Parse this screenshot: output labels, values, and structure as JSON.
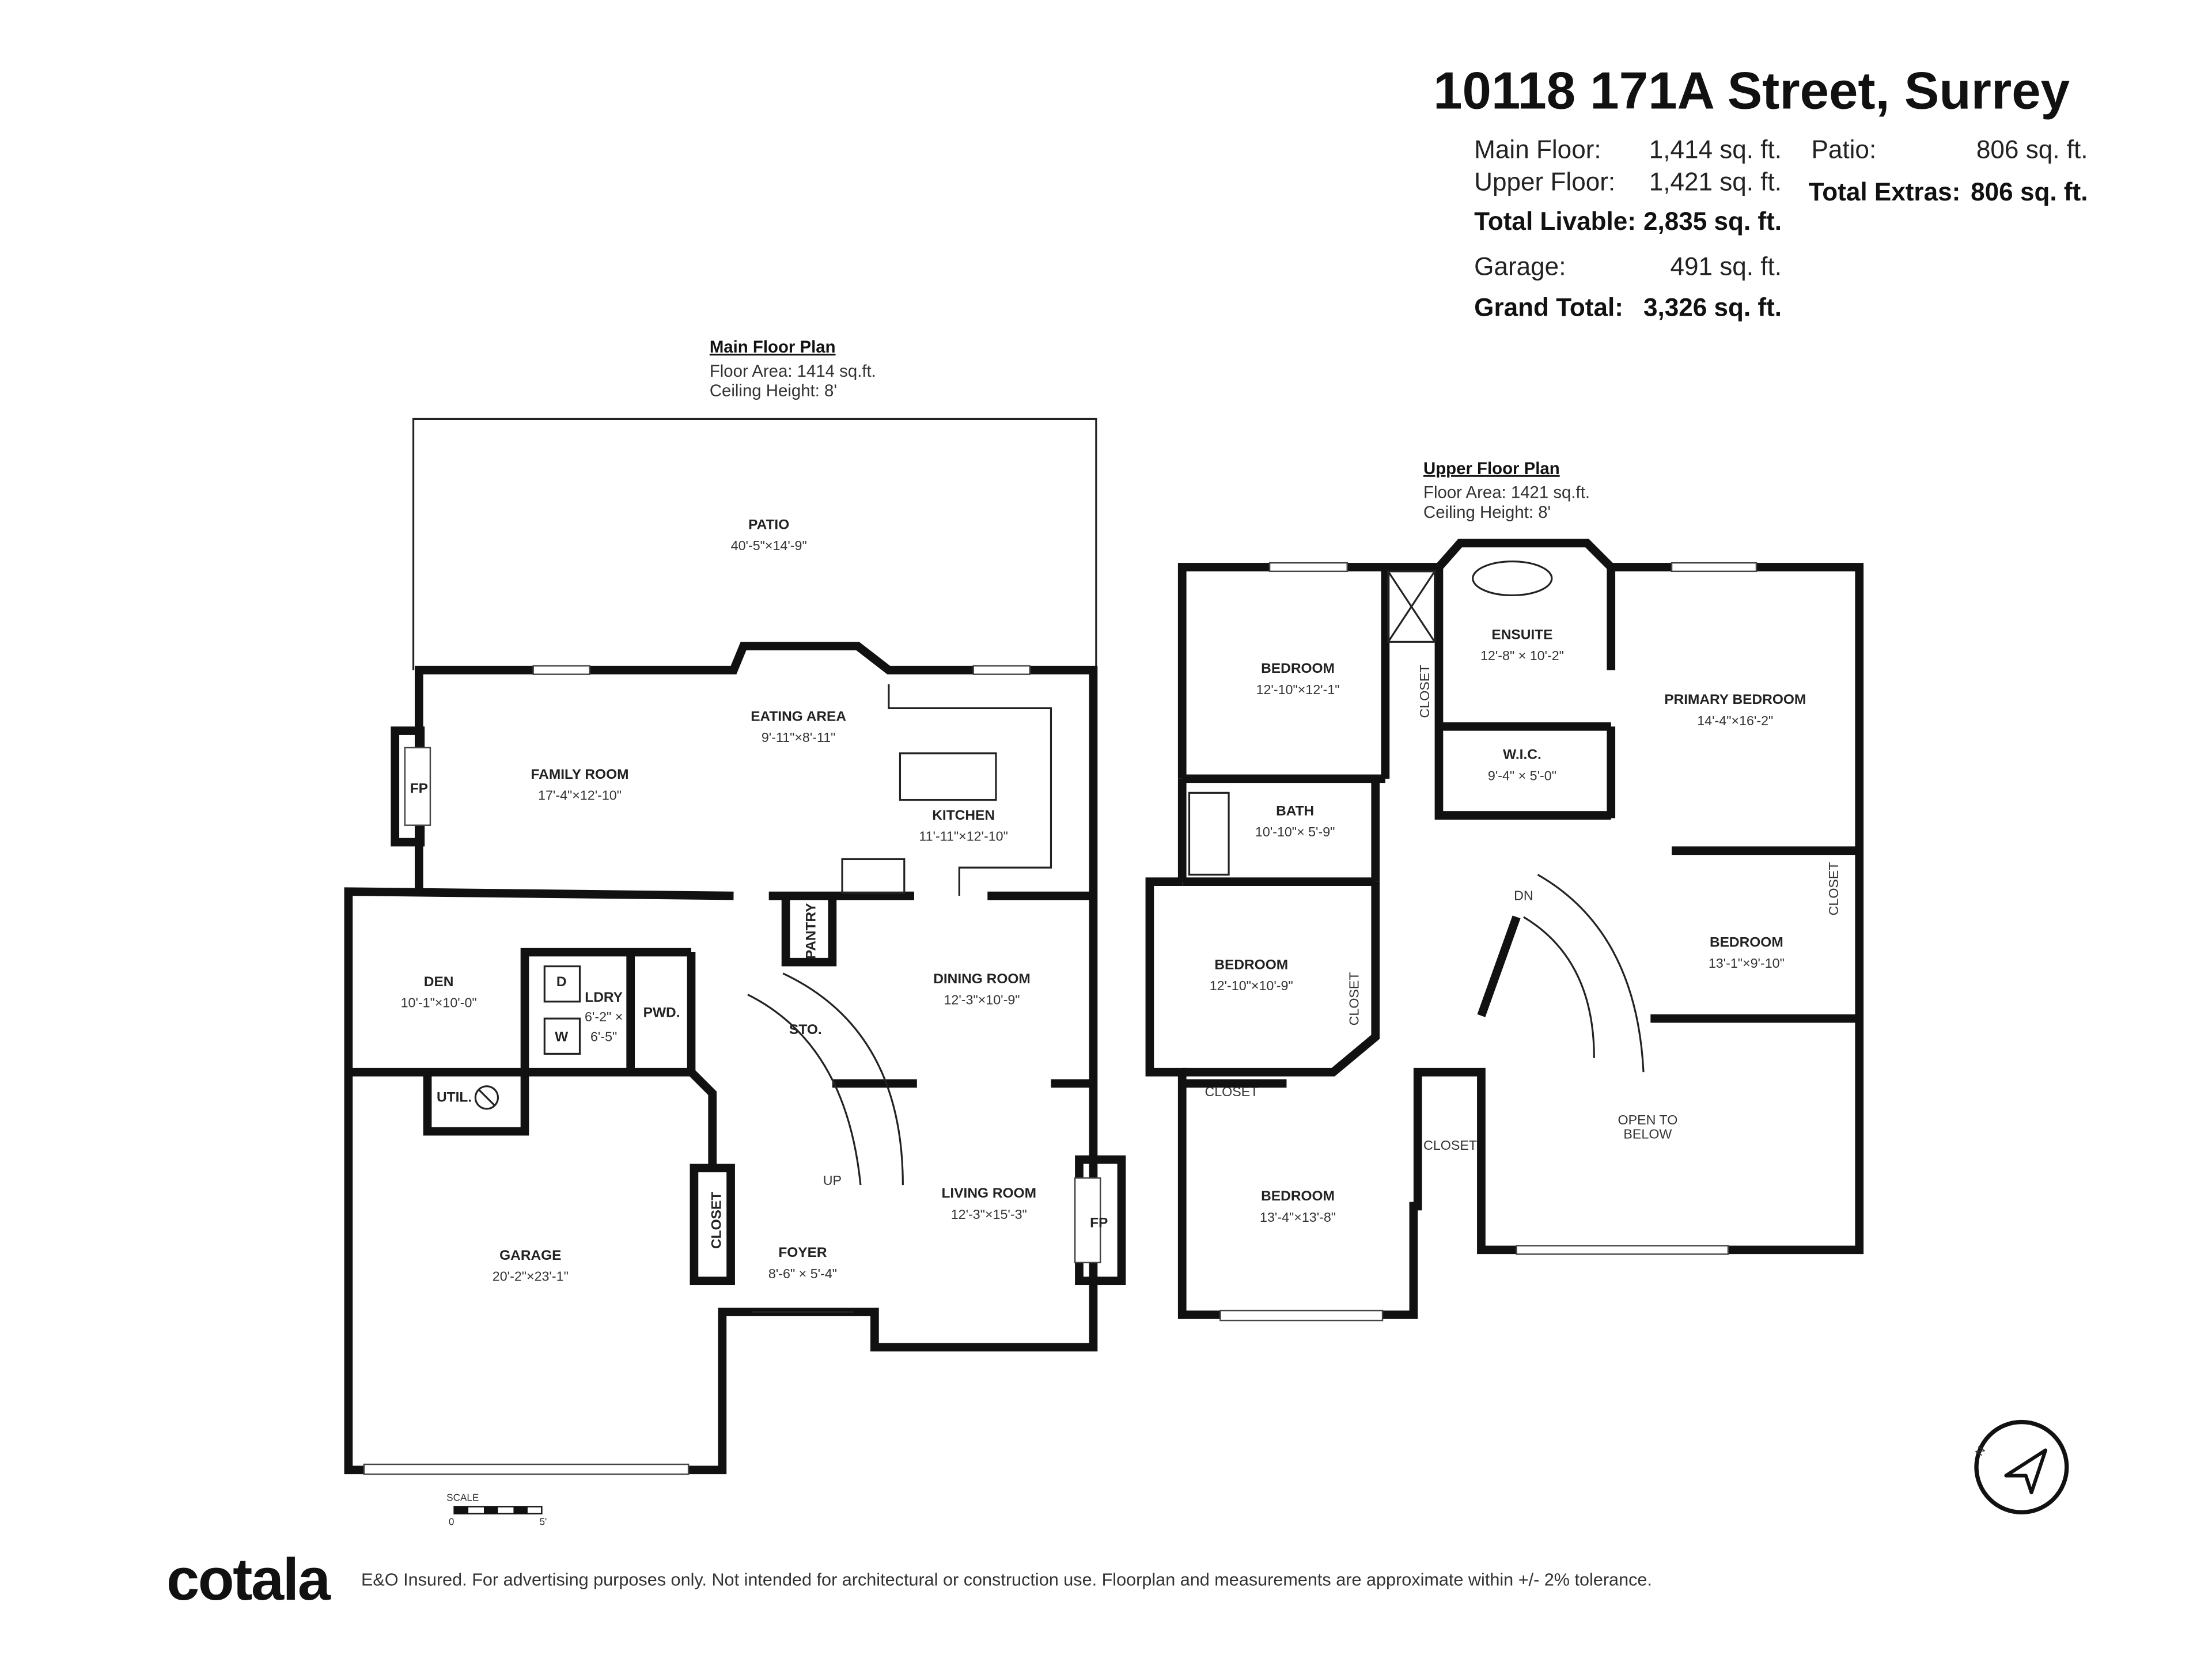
{
  "title": "10118 171A Street, Surrey",
  "stats": {
    "main_floor_label": "Main Floor:",
    "main_floor_value": "1,414 sq. ft.",
    "upper_floor_label": "Upper Floor:",
    "upper_floor_value": "1,421 sq. ft.",
    "total_livable_label": "Total Livable:",
    "total_livable_value": "2,835 sq. ft.",
    "garage_label": "Garage:",
    "garage_value": "491 sq. ft.",
    "grand_total_label": "Grand Total:",
    "grand_total_value": "3,326 sq. ft.",
    "patio_label": "Patio:",
    "patio_value": "806 sq. ft.",
    "total_extras_label": "Total Extras:",
    "total_extras_value": "806 sq. ft."
  },
  "main_floor": {
    "heading": "Main Floor Plan",
    "area": "Floor Area: 1414 sq.ft.",
    "ceiling": "Ceiling Height: 8'",
    "rooms": [
      {
        "name": "PATIO",
        "dims": "40'-5\"×14'-9\""
      },
      {
        "name": "FAMILY ROOM",
        "dims": "17'-4\"×12'-10\""
      },
      {
        "name": "EATING AREA",
        "dims": "9'-11\"×8'-11\""
      },
      {
        "name": "KITCHEN",
        "dims": "11'-11\"×12'-10\""
      },
      {
        "name": "DEN",
        "dims": "10'-1\"×10'-0\""
      },
      {
        "name": "LDRY",
        "dims": "6'-2\" ×"
      },
      {
        "name": "",
        "dims": "6'-5\""
      },
      {
        "name": "PWD.",
        "dims": ""
      },
      {
        "name": "DINING ROOM",
        "dims": "12'-3\"×10'-9\""
      },
      {
        "name": "STO.",
        "dims": ""
      },
      {
        "name": "LIVING ROOM",
        "dims": "12'-3\"×15'-3\""
      },
      {
        "name": "GARAGE",
        "dims": "20'-2\"×23'-1\""
      },
      {
        "name": "FOYER",
        "dims": "8'-6\" × 5'-4\""
      },
      {
        "name": "UTIL.",
        "dims": ""
      },
      {
        "name": "FP",
        "dims": ""
      },
      {
        "name": "FP",
        "dims": ""
      },
      {
        "name": "D",
        "dims": ""
      },
      {
        "name": "W",
        "dims": ""
      }
    ],
    "rotated_labels": [
      "PANTRY",
      "CLOSET"
    ],
    "stairs_label": "UP"
  },
  "upper_floor": {
    "heading": "Upper Floor Plan",
    "area": "Floor Area: 1421 sq.ft.",
    "ceiling": "Ceiling Height: 8'",
    "rooms": [
      {
        "name": "BEDROOM",
        "dims": "12'-10\"×12'-1\""
      },
      {
        "name": "ENSUITE",
        "dims": "12'-8\" × 10'-2\""
      },
      {
        "name": "PRIMARY BEDROOM",
        "dims": "14'-4\"×16'-2\""
      },
      {
        "name": "W.I.C.",
        "dims": "9'-4\" × 5'-0\""
      },
      {
        "name": "BATH",
        "dims": "10'-10\"× 5'-9\""
      },
      {
        "name": "BEDROOM",
        "dims": "12'-10\"×10'-9\""
      },
      {
        "name": "BEDROOM",
        "dims": "13'-1\"×9'-10\""
      },
      {
        "name": "CLOSET",
        "dims": ""
      },
      {
        "name": "CLOSET",
        "dims": ""
      },
      {
        "name": "BEDROOM",
        "dims": "13'-4\"×13'-8\""
      },
      {
        "name": "OPEN TO",
        "dims": "BELOW"
      }
    ],
    "rotated_labels": [
      "CLOSET",
      "CLOSET",
      "CLOSET"
    ],
    "stairs_label": "DN"
  },
  "scale": {
    "label": "SCALE",
    "start": "0",
    "end": "5'"
  },
  "compass": {
    "icon": "north-arrow-icon",
    "letter": "N"
  },
  "footer": {
    "logo": "cotala",
    "disclaimer": "E&O Insured. For advertising purposes only. Not intended for architectural or construction use. Floorplan and measurements are approximate within +/- 2% tolerance."
  }
}
